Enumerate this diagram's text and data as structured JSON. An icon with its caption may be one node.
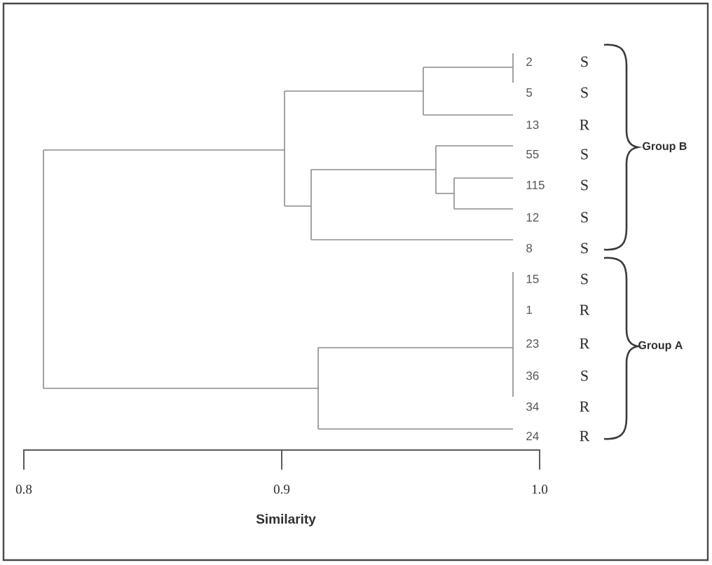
{
  "diagram": {
    "labels": [
      "2",
      "S",
      "5",
      "S",
      "13",
      "R",
      "55",
      "S",
      "Group B",
      "115",
      "S",
      "12",
      "S",
      "8",
      "S",
      "15",
      "S",
      "1",
      "R",
      "23",
      "R",
      "Group A",
      "36",
      "S",
      "34",
      "R",
      "24",
      "R",
      "0.8",
      "0.9",
      "1.0",
      "Similarity"
    ]
  }
}
